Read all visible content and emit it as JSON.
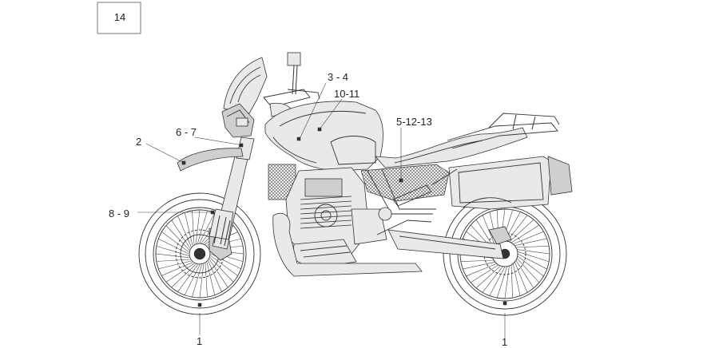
{
  "diagram": {
    "reference_box": "14",
    "callouts": {
      "front_wheel": "1",
      "rear_wheel": "1",
      "front_fender": "2",
      "tank_upper": "3 - 4",
      "tank_lower": "10-11",
      "fork_top": "6 - 7",
      "fork_leg": "8 - 9",
      "side_panel": "5-12-13"
    }
  }
}
